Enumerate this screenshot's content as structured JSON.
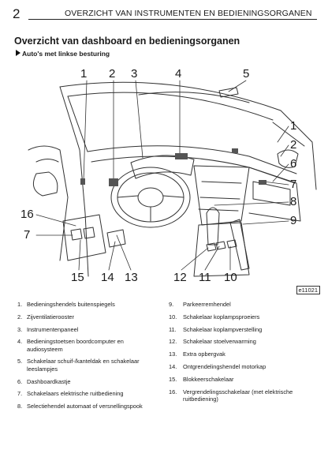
{
  "header": {
    "page_number": "2",
    "title": "OVERZICHT VAN INSTRUMENTEN EN BEDIENINGSORGANEN"
  },
  "section": {
    "title": "Overzicht van dashboard en bedieningsorganen",
    "subheading": "Auto's met linkse besturing"
  },
  "figure": {
    "ref": "e11021",
    "callouts": [
      "1",
      "2",
      "3",
      "4",
      "5",
      "1",
      "2",
      "6",
      "7",
      "8",
      "9",
      "16",
      "7",
      "15",
      "14",
      "13",
      "12",
      "11",
      "10"
    ]
  },
  "items_left": [
    {
      "num": "1.",
      "text": "Bedieningshendels buitenspiegels"
    },
    {
      "num": "2.",
      "text": "Zijventilatierooster"
    },
    {
      "num": "3.",
      "text": "Instrumentenpaneel"
    },
    {
      "num": "4.",
      "text": "Bedieningstoetsen boordcomputer en audiosysteem"
    },
    {
      "num": "5.",
      "text": "Schakelaar schuif-/kanteldak en schakelaar leeslampjes"
    },
    {
      "num": "6.",
      "text": "Dashboardkastje"
    },
    {
      "num": "7.",
      "text": "Schakelaars elektrische ruitbediening"
    },
    {
      "num": "8.",
      "text": "Selectiehendel automaat of versnellingspook"
    }
  ],
  "items_right": [
    {
      "num": "9.",
      "text": "Parkeerremhendel"
    },
    {
      "num": "10.",
      "text": "Schakelaar koplampsproeiers"
    },
    {
      "num": "11.",
      "text": "Schakelaar koplampverstelling"
    },
    {
      "num": "12.",
      "text": "Schakelaar stoelverwarming"
    },
    {
      "num": "13.",
      "text": "Extra opbergvak"
    },
    {
      "num": "14.",
      "text": "Ontgrendelingshendel motorkap"
    },
    {
      "num": "15.",
      "text": "Blokkeerschakelaar"
    },
    {
      "num": "16.",
      "text": "Vergrendelingsschakelaar (met elektrische ruitbediening)"
    }
  ]
}
